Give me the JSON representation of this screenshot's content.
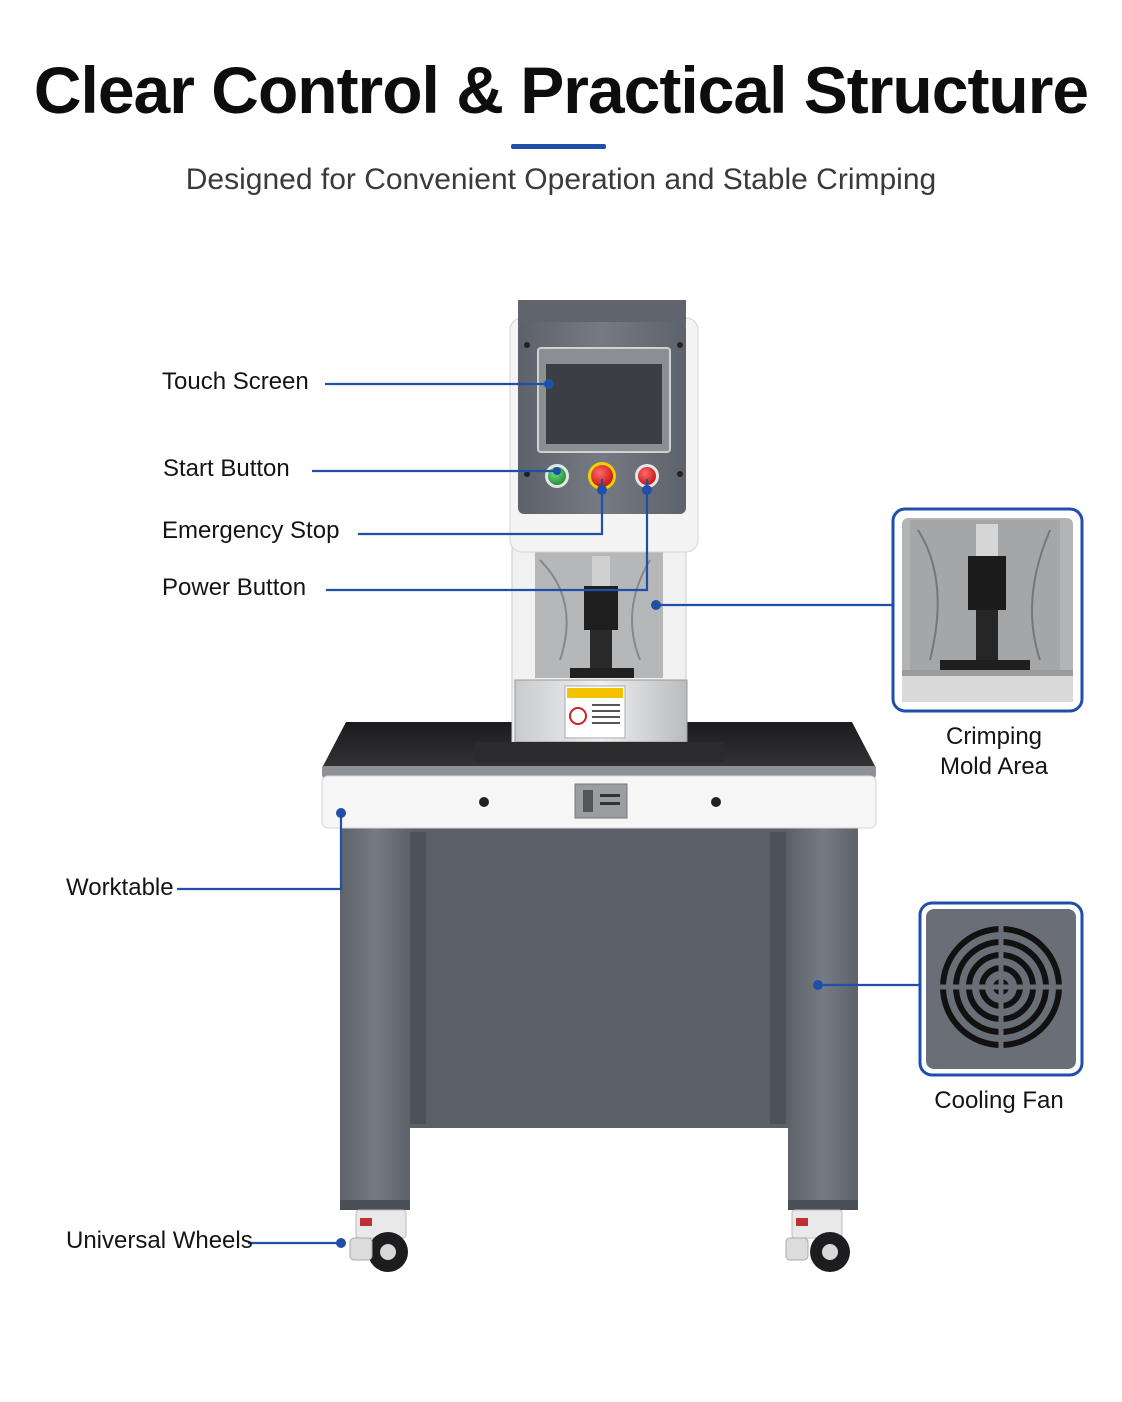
{
  "header": {
    "title": "Clear Control & Practical Structure",
    "subtitle": "Designed for Convenient Operation and Stable Crimping"
  },
  "callouts": {
    "touch_screen": "Touch Screen",
    "start_button": "Start Button",
    "emergency_stop": "Emergency Stop",
    "power_button": "Power Button",
    "worktable": "Worktable",
    "universal_wheels": "Universal Wheels",
    "crimping_mold_area_line1": "Crimping",
    "crimping_mold_area_line2": "Mold Area",
    "cooling_fan": "Cooling Fan"
  },
  "colors": {
    "accent": "#1f4fa8",
    "machine_gray": "#6e737b",
    "panel_gray": "#5f646c",
    "start_green": "#2ca84a",
    "stop_red": "#e02020"
  }
}
